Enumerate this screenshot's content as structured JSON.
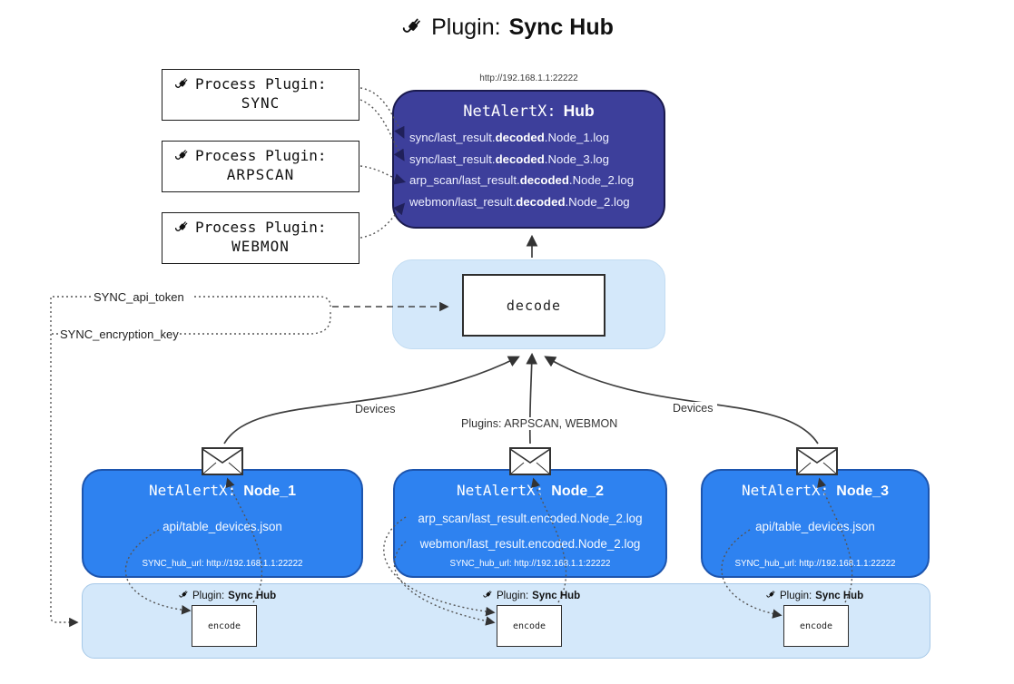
{
  "title": {
    "prefix": "Plugin:",
    "name": "Sync Hub"
  },
  "process_plugins": [
    {
      "label": "Process Plugin:",
      "name": "SYNC"
    },
    {
      "label": "Process Plugin:",
      "name": "ARPSCAN"
    },
    {
      "label": "Process Plugin:",
      "name": "WEBMON"
    }
  ],
  "hub": {
    "url": "http://192.168.1.1:22222",
    "title_prefix": "NetAlertX:",
    "title_name": "Hub",
    "lines": [
      {
        "pre": "sync/last_result.",
        "bold": "decoded",
        "post": ".Node_1.log"
      },
      {
        "pre": "sync/last_result.",
        "bold": "decoded",
        "post": ".Node_3.log"
      },
      {
        "pre": "arp_scan/last_result.",
        "bold": "decoded",
        "post": ".Node_2.log"
      },
      {
        "pre": "webmon/last_result.",
        "bold": "decoded",
        "post": ".Node_2.log"
      }
    ]
  },
  "decode": {
    "label": "decode"
  },
  "tokens": {
    "api_token": "SYNC_api_token",
    "encryption_key": "SYNC_encryption_key"
  },
  "edges": {
    "devices_left": "Devices",
    "plugins_mid": "Plugins: ARPSCAN, WEBMON",
    "devices_right": "Devices"
  },
  "nodes": [
    {
      "title_prefix": "NetAlertX:",
      "title_name": "Node_1",
      "files": [
        "api/table_devices.json"
      ],
      "hub_url": "SYNC_hub_url: http://192.168.1.1:22222"
    },
    {
      "title_prefix": "NetAlertX:",
      "title_name": "Node_2",
      "files": [
        "arp_scan/last_result.encoded.Node_2.log",
        "webmon/last_result.encoded.Node_2.log"
      ],
      "hub_url": "SYNC_hub_url: http://192.168.1.1:22222"
    },
    {
      "title_prefix": "NetAlertX:",
      "title_name": "Node_3",
      "files": [
        "api/table_devices.json"
      ],
      "hub_url": "SYNC_hub_url: http://192.168.1.1:22222"
    }
  ],
  "band": {
    "plugin_prefix": "Plugin:",
    "plugin_name": "Sync Hub",
    "encode_label": "encode"
  },
  "colors": {
    "hub_bg": "#3d3f9b",
    "node_bg": "#2e82f0",
    "panel_bg": "#d4e8fa",
    "line": "#444444"
  }
}
